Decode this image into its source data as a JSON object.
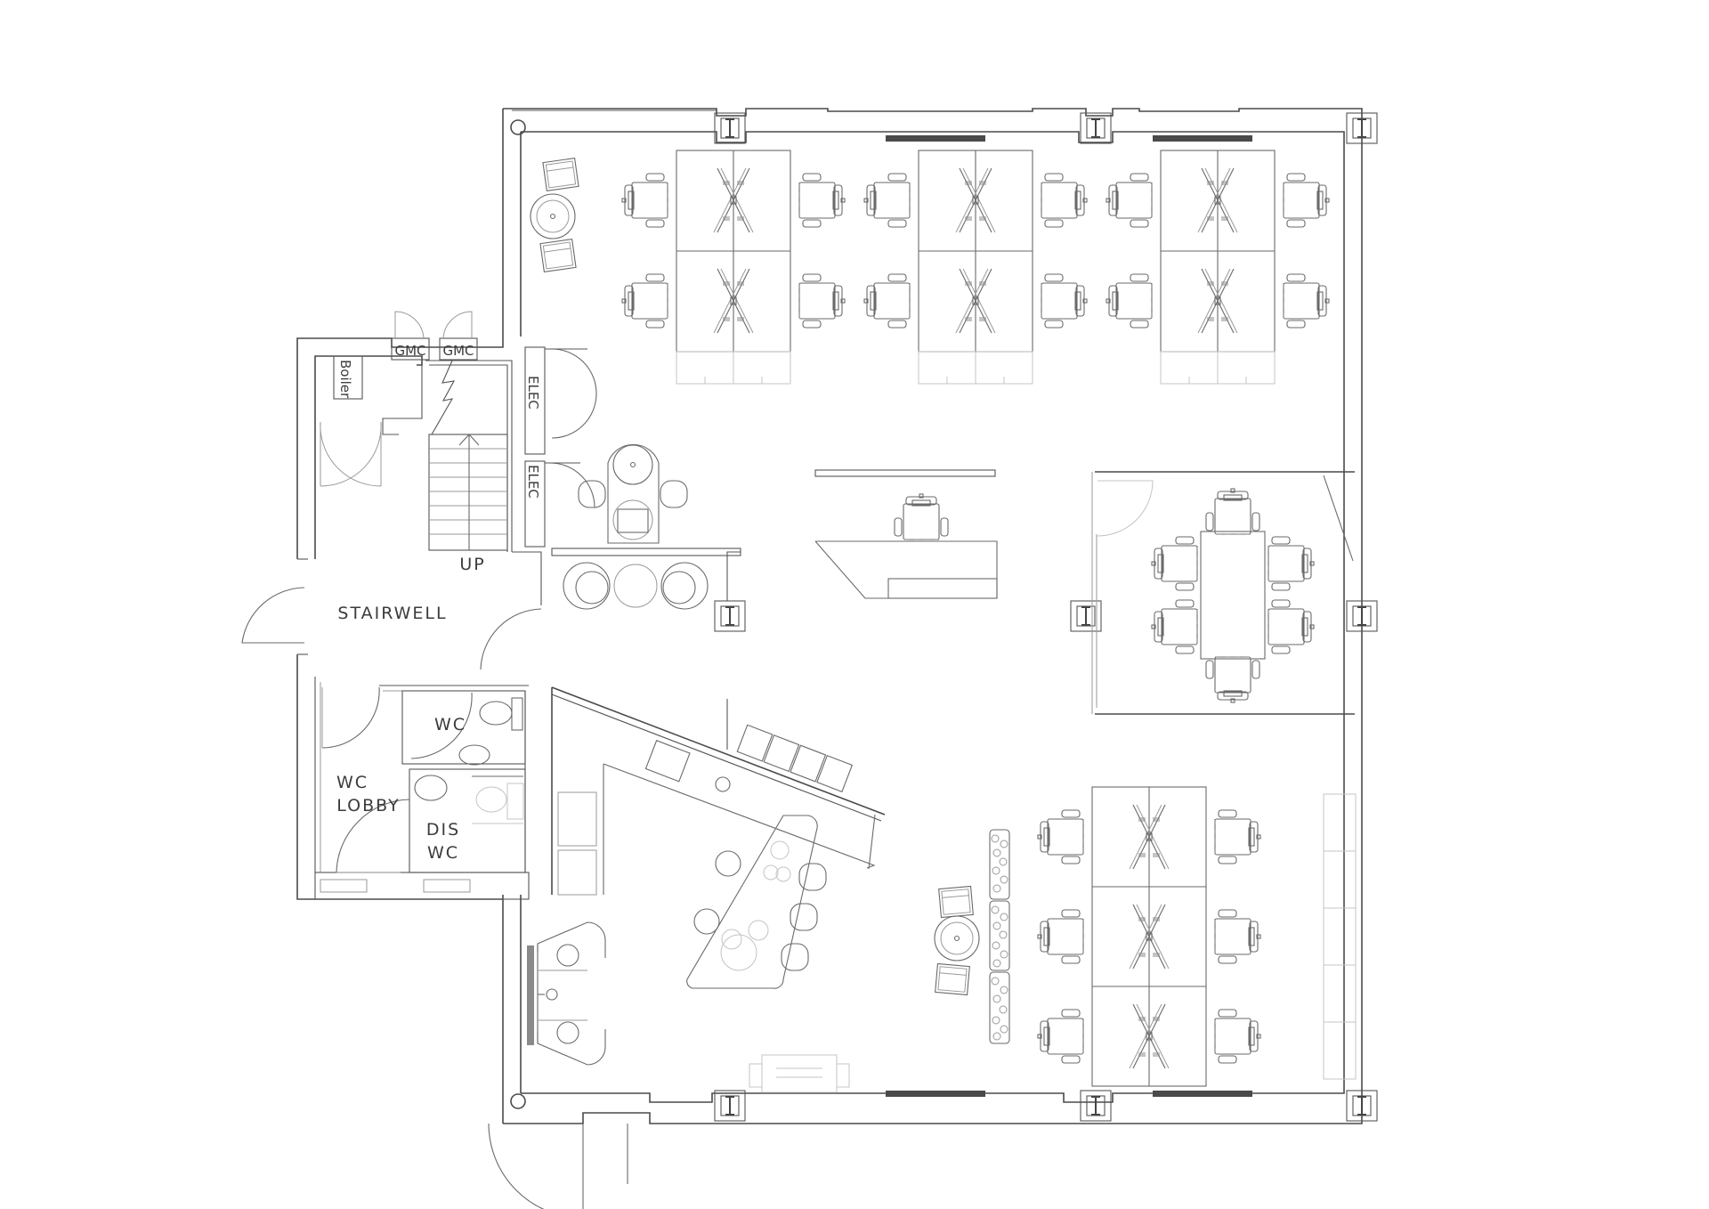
{
  "plan": {
    "type": "architectural floor plan",
    "labels": {
      "stairwell": "STAIRWELL",
      "up": "UP",
      "boiler": "Boiler",
      "gmc_1": "GMC",
      "gmc_2": "GMC",
      "elec_1": "ELEC",
      "elec_2": "ELEC",
      "wc": "WC",
      "wc_lobby_line1": "WC",
      "wc_lobby_line2": "LOBBY",
      "dis_wc_line1": "DIS",
      "dis_wc_line2": "WC"
    },
    "zones": [
      {
        "name": "open-plan-workstations-north",
        "desk_clusters": 3,
        "desks_per_cluster": 4
      },
      {
        "name": "reception-desk",
        "chairs": 1
      },
      {
        "name": "meeting-room",
        "chairs": 6
      },
      {
        "name": "open-plan-workstations-south",
        "desk_clusters": 3,
        "desks": 6
      },
      {
        "name": "kitchen-breakout",
        "bar_stools": 3
      },
      {
        "name": "booth-seating",
        "seats": 2
      },
      {
        "name": "lounge-corner-north",
        "armchairs": 2
      },
      {
        "name": "lounge-corner-south",
        "armchairs": 2
      },
      {
        "name": "stairwell"
      },
      {
        "name": "wc-lobby"
      },
      {
        "name": "wc"
      },
      {
        "name": "dis-wc"
      }
    ],
    "colors": {
      "wall": "#4a4a4a",
      "furniture": "#6a6a6a",
      "background": "#ffffff"
    }
  }
}
